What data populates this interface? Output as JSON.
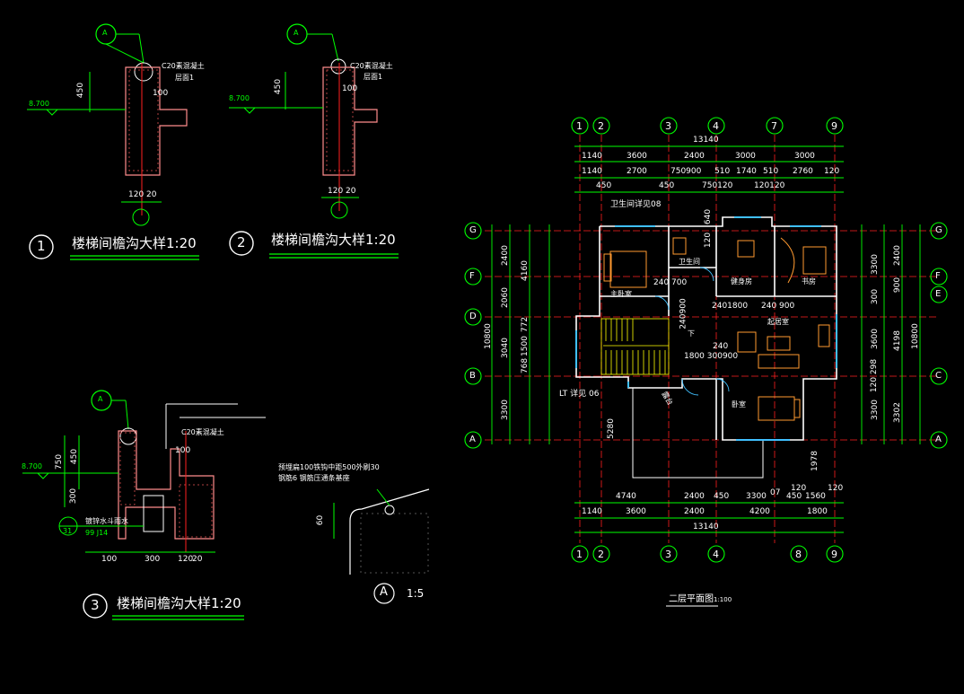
{
  "detail1": {
    "number": "1",
    "title": "楼梯间檐沟大样1:20",
    "axis": "A",
    "concrete_note": "C20素混凝土",
    "layer_note": "层面1",
    "dim_height": "450",
    "dim_100": "100",
    "level": "8.700",
    "bottom_dims": "120 20"
  },
  "detail2": {
    "number": "2",
    "title": "楼梯间檐沟大样1:20",
    "axis": "A",
    "concrete_note": "C20素混凝土",
    "layer_note": "层面1",
    "dim_height": "450",
    "dim_100": "100",
    "level": "8.700",
    "bottom_dims": "120 20"
  },
  "detail3": {
    "number": "3",
    "title": "楼梯间檐沟大样1:20",
    "axis": "A",
    "concrete_note": "C20素混凝土",
    "dim_100": "100",
    "dim_750": "750",
    "dim_450": "450",
    "dim_300": "300",
    "level": "8.700",
    "ref_num": "31",
    "ref_code": "99 J14",
    "gutter_note": "镀锌水斗雨水",
    "bottom_dims": [
      "100",
      "300",
      "120",
      "20"
    ]
  },
  "detailA": {
    "axis": "A",
    "scale": "1:5",
    "note_line1": "预埋扁100铁钩中距500外刷30",
    "note_line2": "钢筋6 钢筋压通条基座",
    "dim_60": "60"
  },
  "plan": {
    "title": "二层平面图",
    "scale": "1:100",
    "top_axes": [
      "1",
      "2",
      "3",
      "4",
      "7",
      "9"
    ],
    "bottom_axes": [
      "1",
      "2",
      "3",
      "4",
      "8",
      "9"
    ],
    "left_axes": [
      "G",
      "F",
      "D",
      "B",
      "A"
    ],
    "right_axes": [
      "G",
      "F",
      "E",
      "C",
      "A"
    ],
    "total_width": "13140",
    "top_dims_row1": [
      "1140",
      "3600",
      "2400",
      "3000",
      "3000"
    ],
    "top_dims_row2": [
      "1140",
      "2700",
      "750900",
      "510",
      "1740",
      "510",
      "2760",
      "120"
    ],
    "top_dims_row3": [
      "450",
      "450",
      "750120",
      "120120"
    ],
    "bottom_dims_row1": [
      "4740",
      "2400",
      "450",
      "3300",
      "450",
      "1560",
      "120"
    ],
    "bottom_dims_row2": [
      "1140",
      "3600",
      "2400",
      "4200",
      "1800"
    ],
    "bottom_total": "13140",
    "left_dims_outer": "10800",
    "left_dims": [
      "2400",
      "2060",
      "3040",
      "3300"
    ],
    "left_dims_inner": [
      "4160",
      "772",
      "1500",
      "768"
    ],
    "right_dims_outer": "10800",
    "right_dims": [
      "3300",
      "300",
      "3600",
      "3300"
    ],
    "right_dims_inner": [
      "2400",
      "900",
      "4198",
      "3302",
      "120",
      "298"
    ],
    "rooms": {
      "master_bed": "主卧室",
      "bath": "卫生间",
      "fitness": "健身房",
      "study": "书房",
      "living": "起居室",
      "bedroom": "卧室",
      "stair_down": "下",
      "terrace": "露台"
    },
    "notes": {
      "bath_ref": "卫生间详见08",
      "stair_ref": "LT 详见 06",
      "d240_700": "240 700",
      "d240_1800": "2401800",
      "d240_900": "240 900",
      "d240_900v": "240900",
      "d240": "240",
      "d1800_3009": "1800 300900",
      "d640": "640",
      "d1200": "120",
      "d5280": "5280",
      "d1978": "1978",
      "d120": "120",
      "d07": "07"
    }
  }
}
